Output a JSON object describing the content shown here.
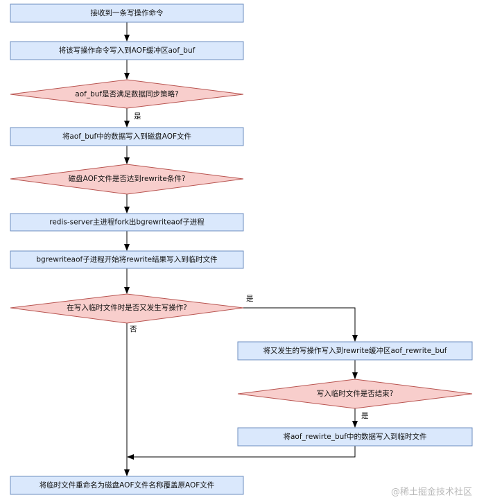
{
  "diagram": {
    "nodes": {
      "n1": "接收到一条写操作命令",
      "n2": "将该写操作命令写入到AOF缓冲区aof_buf",
      "d1": "aof_buf是否满足数据同步策略?",
      "n3": "将aof_buf中的数据写入到磁盘AOF文件",
      "d2": "磁盘AOF文件是否达到rewrite条件?",
      "n4": "redis-server主进程fork出bgrewriteaof子进程",
      "n5": "bgrewriteaof子进程开始将rewrite结果写入到临时文件",
      "d3": "在写入临时文件时是否又发生写操作?",
      "n6": "将又发生的写操作写入到rewrite缓冲区aof_rewrite_buf",
      "d4": "写入临时文件是否结束?",
      "n7": "将aof_rewirte_buf中的数据写入到临时文件",
      "n8": "将临时文件重命名为磁盘AOF文件名称覆盖原AOF文件"
    },
    "edge_labels": {
      "d1_yes": "是",
      "d3_yes": "是",
      "d3_no": "否",
      "d4_yes": "是"
    },
    "watermark": "@稀土掘金技术社区",
    "colors": {
      "process_fill": "#dae8fc",
      "process_stroke": "#6c8ebf",
      "decision_fill": "#f8cecc",
      "decision_stroke": "#b85450",
      "edge": "#000000"
    }
  }
}
